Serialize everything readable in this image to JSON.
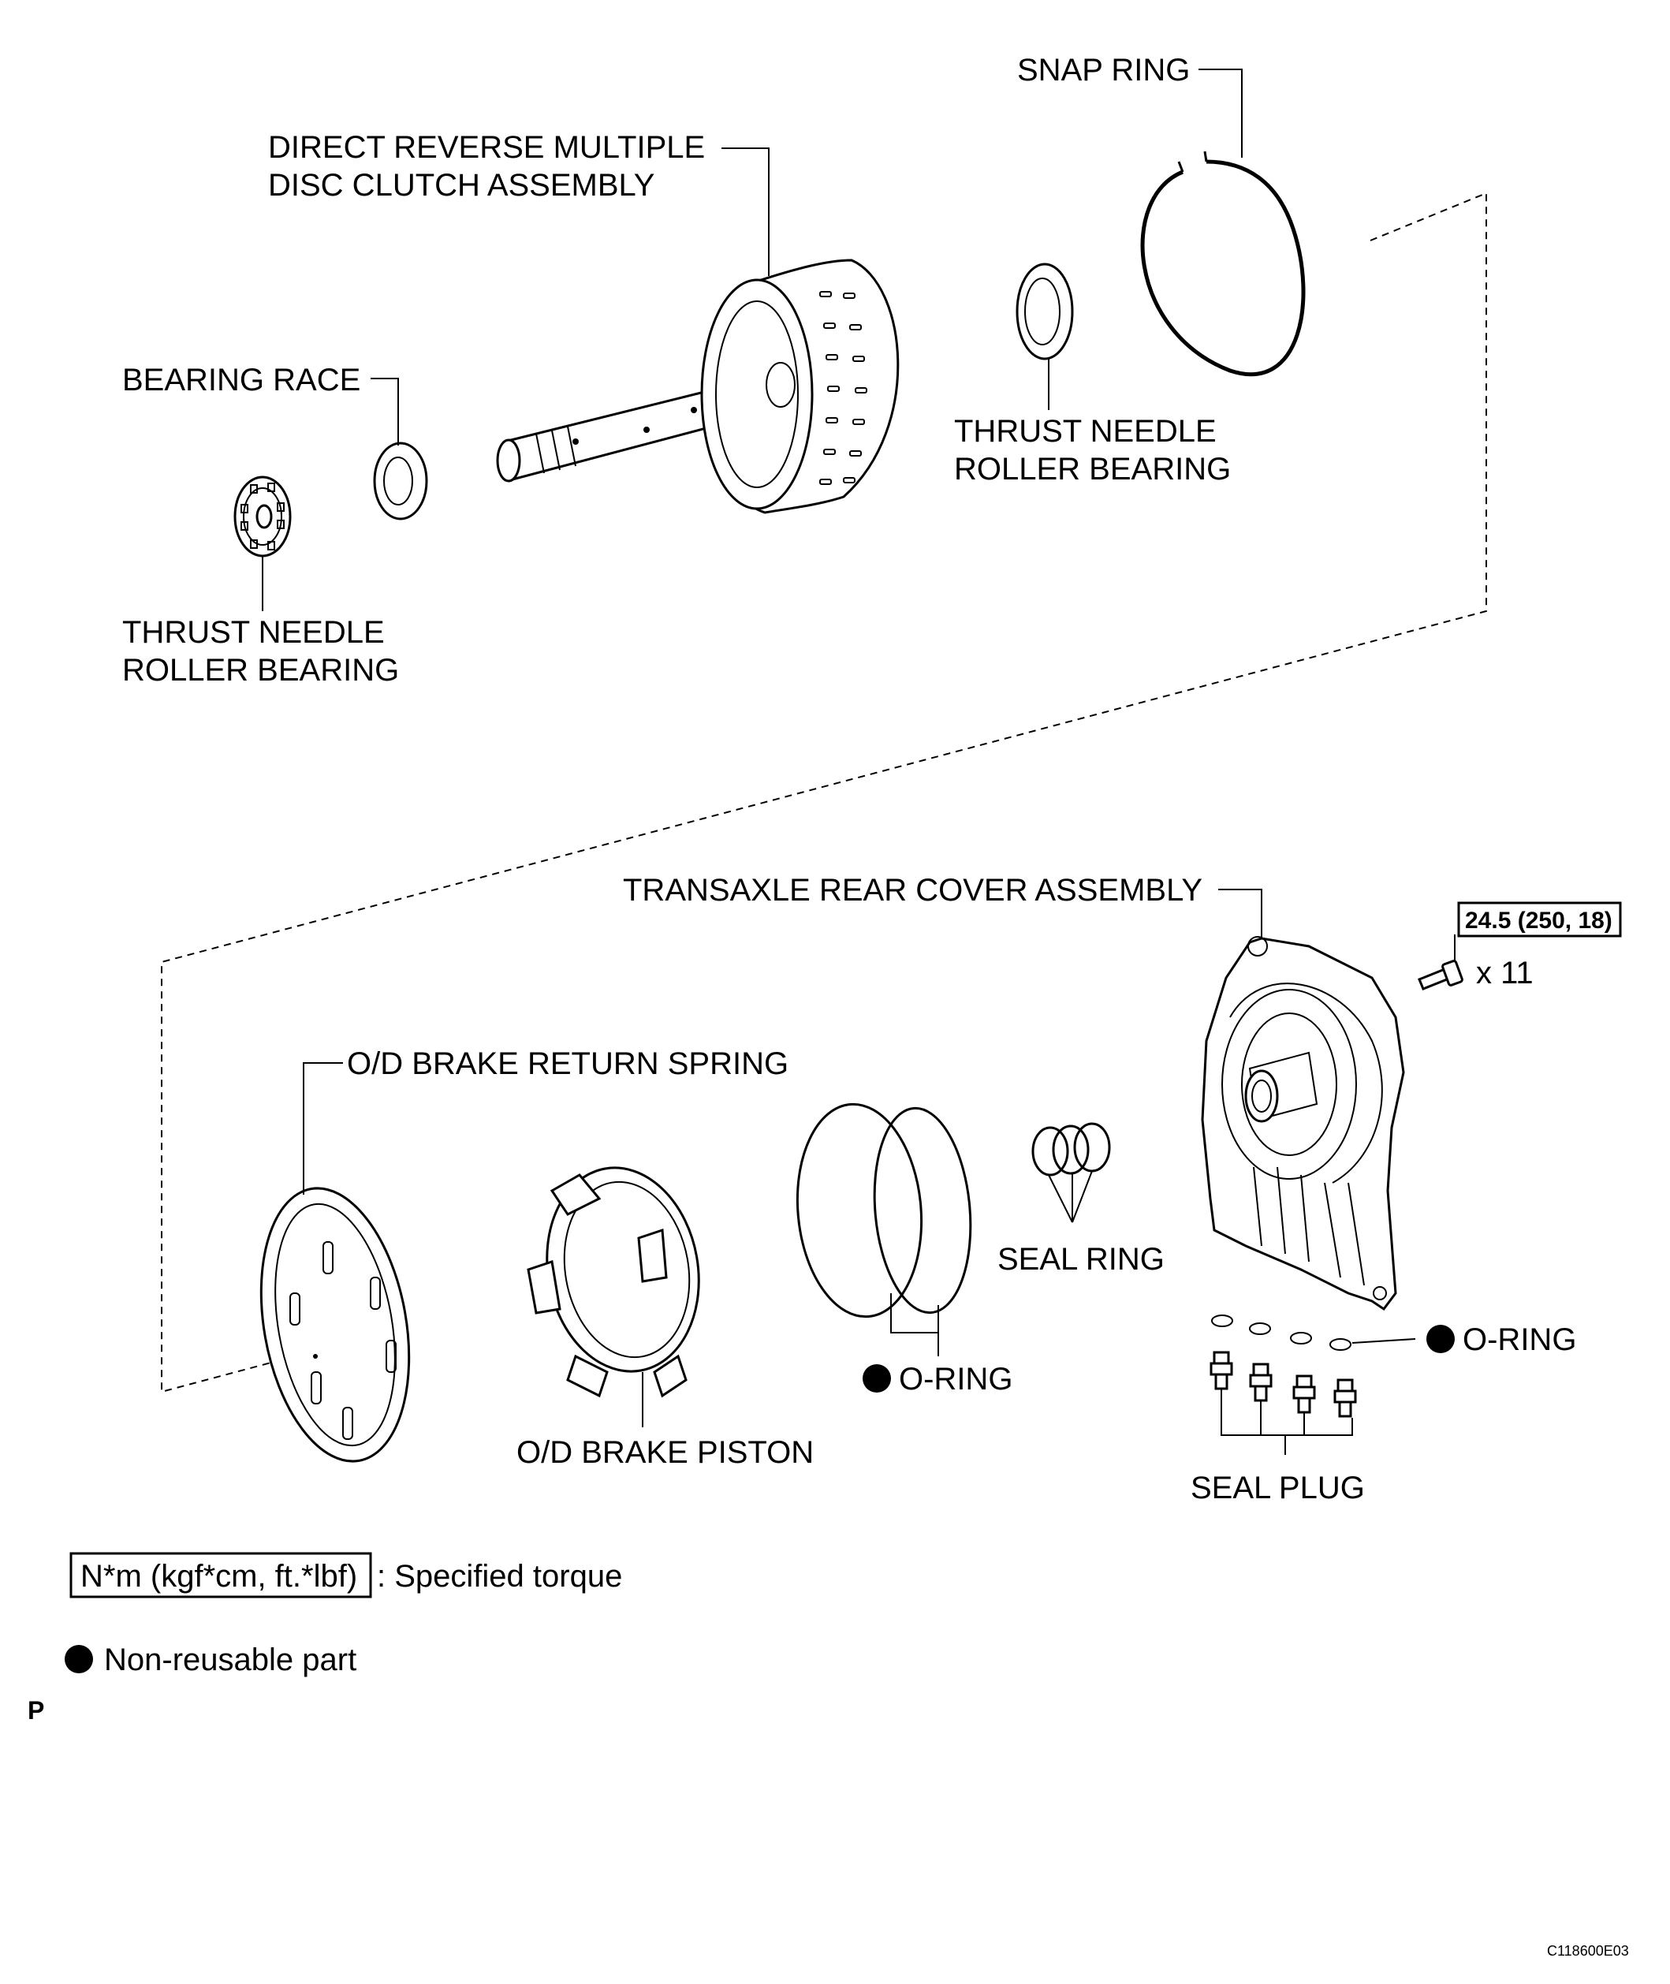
{
  "labels": {
    "snap_ring": "SNAP RING",
    "clutch_line1": "DIRECT REVERSE MULTIPLE",
    "clutch_line2": "DISC CLUTCH ASSEMBLY",
    "bearing_race": "BEARING RACE",
    "thrust_upper_line1": "THRUST NEEDLE",
    "thrust_upper_line2": "ROLLER BEARING",
    "thrust_lower_line1": "THRUST NEEDLE",
    "thrust_lower_line2": "ROLLER BEARING",
    "rear_cover": "TRANSAXLE REAR COVER ASSEMBLY",
    "torque_value": "24.5 (250, 18)",
    "bolt_qty": "x 11",
    "return_spring": "O/D BRAKE RETURN SPRING",
    "seal_ring": "SEAL RING",
    "oring_center": "O-RING",
    "oring_right": "O-RING",
    "brake_piston": "O/D BRAKE PISTON",
    "seal_plug": "SEAL PLUG"
  },
  "legend": {
    "torque_box": "N*m (kgf*cm, ft.*lbf)",
    "torque_text": ": Specified torque",
    "nonreusable_text": "Non-reusable part"
  },
  "footer": {
    "p_mark": "P",
    "figure_id": "C118600E03"
  }
}
